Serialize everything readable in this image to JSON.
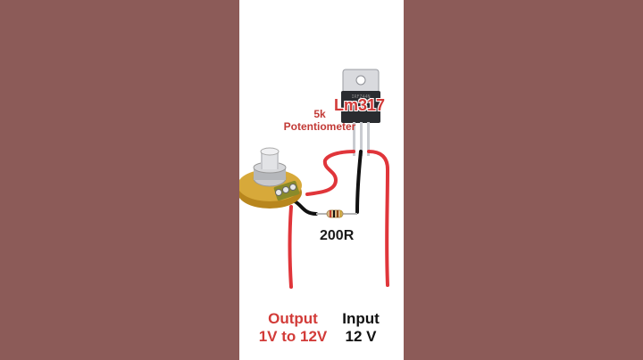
{
  "potentiometer": {
    "value": "5k",
    "name": "Potentiometer"
  },
  "regulator": {
    "name": "Lm317",
    "marking": "IRFZ44N"
  },
  "resistor": {
    "value": "200R"
  },
  "output": {
    "title": "Output",
    "range": "1V to 12V"
  },
  "input": {
    "title": "Input",
    "voltage": "12 V"
  },
  "colors": {
    "background": "#8c5b58",
    "red_wire": "#e0353a",
    "black_wire": "#111111",
    "label_red": "#d23b38"
  }
}
